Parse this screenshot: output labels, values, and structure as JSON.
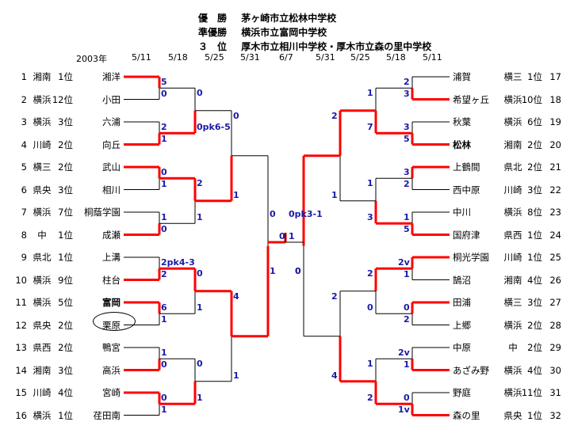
{
  "header": {
    "champion_label": "優　勝",
    "champion": "茅ヶ崎市立松林中学校",
    "runner_up_label": "準優勝",
    "runner_up": "横浜市立富岡中学校",
    "third_label": "３　位",
    "third": "厚木市立相川中学校・厚木市立森の里中学校"
  },
  "year": "2003年",
  "dates": [
    "5/11",
    "5/18",
    "5/25",
    "5/31",
    "6/7",
    "5/31",
    "5/25",
    "5/18",
    "5/11"
  ],
  "left_teams": [
    {
      "no": "1",
      "region": "湘南",
      "rank": "1位",
      "name": "湘洋"
    },
    {
      "no": "2",
      "region": "横浜",
      "rank": "12位",
      "name": "小田"
    },
    {
      "no": "3",
      "region": "横浜",
      "rank": "3位",
      "name": "六浦"
    },
    {
      "no": "4",
      "region": "川崎",
      "rank": "2位",
      "name": "向丘"
    },
    {
      "no": "5",
      "region": "横三",
      "rank": "2位",
      "name": "武山"
    },
    {
      "no": "6",
      "region": "県央",
      "rank": "3位",
      "name": "相川"
    },
    {
      "no": "7",
      "region": "横浜",
      "rank": "7位",
      "name": "桐蔭学園"
    },
    {
      "no": "8",
      "region": "中",
      "rank": "1位",
      "name": "成瀬"
    },
    {
      "no": "9",
      "region": "県北",
      "rank": "1位",
      "name": "上溝"
    },
    {
      "no": "10",
      "region": "横浜",
      "rank": "9位",
      "name": "柱台"
    },
    {
      "no": "11",
      "region": "横浜",
      "rank": "5位",
      "name": "富岡"
    },
    {
      "no": "12",
      "region": "県央",
      "rank": "2位",
      "name": "栗原"
    },
    {
      "no": "13",
      "region": "県西",
      "rank": "2位",
      "name": "鴨宮"
    },
    {
      "no": "14",
      "region": "湘南",
      "rank": "3位",
      "name": "高浜"
    },
    {
      "no": "15",
      "region": "川崎",
      "rank": "4位",
      "name": "宮崎"
    },
    {
      "no": "16",
      "region": "横浜",
      "rank": "1位",
      "name": "荏田南"
    }
  ],
  "right_teams": [
    {
      "no": "17",
      "region": "横三",
      "rank": "1位",
      "name": "浦賀"
    },
    {
      "no": "18",
      "region": "横浜",
      "rank": "10位",
      "name": "希望ヶ丘"
    },
    {
      "no": "19",
      "region": "横浜",
      "rank": "6位",
      "name": "秋葉"
    },
    {
      "no": "20",
      "region": "湘南",
      "rank": "2位",
      "name": "松林"
    },
    {
      "no": "21",
      "region": "県北",
      "rank": "2位",
      "name": "上鶴間"
    },
    {
      "no": "22",
      "region": "川崎",
      "rank": "3位",
      "name": "西中原"
    },
    {
      "no": "23",
      "region": "横浜",
      "rank": "8位",
      "name": "中川"
    },
    {
      "no": "24",
      "region": "県西",
      "rank": "1位",
      "name": "国府津"
    },
    {
      "no": "25",
      "region": "川崎",
      "rank": "1位",
      "name": "桐光学園"
    },
    {
      "no": "26",
      "region": "湘南",
      "rank": "4位",
      "name": "鵠沼"
    },
    {
      "no": "27",
      "region": "横三",
      "rank": "3位",
      "name": "田浦"
    },
    {
      "no": "28",
      "region": "横浜",
      "rank": "2位",
      "name": "上郷"
    },
    {
      "no": "29",
      "region": "中",
      "rank": "2位",
      "name": "中原"
    },
    {
      "no": "30",
      "region": "横浜",
      "rank": "4位",
      "name": "あざみ野"
    },
    {
      "no": "31",
      "region": "横浜",
      "rank": "11位",
      "name": "野庭"
    },
    {
      "no": "32",
      "region": "県央",
      "rank": "1位",
      "name": "森の里"
    }
  ],
  "scores": {
    "l1": [
      "5",
      "0",
      "2",
      "1",
      "0",
      "1",
      "1",
      "0",
      "2pk4-3",
      "2",
      "6",
      "1",
      "1",
      "0",
      "0",
      "1"
    ],
    "l2": [
      "0",
      "0pk6-5",
      "2",
      "1",
      "0",
      "1",
      "0",
      "1"
    ],
    "l3": [
      "0",
      "1",
      "4",
      "1"
    ],
    "l4": [
      "0",
      "1"
    ],
    "final": [
      "0",
      "1"
    ],
    "final_pk": "0pk3-1",
    "r4": [
      "0",
      "0"
    ],
    "r3": [
      "2",
      "1",
      "2",
      "4"
    ],
    "r2": [
      "1",
      "7",
      "1",
      "3",
      "2",
      "0",
      "1",
      "2"
    ],
    "r1": [
      "2",
      "3",
      "3",
      "5",
      "3",
      "2",
      "1",
      "5",
      "2v",
      "1",
      "0",
      "2",
      "2v",
      "1",
      "0",
      "1v"
    ]
  },
  "colors": {
    "win_line": "#ff0000",
    "line": "#000000",
    "score": "#1a1aa6"
  }
}
